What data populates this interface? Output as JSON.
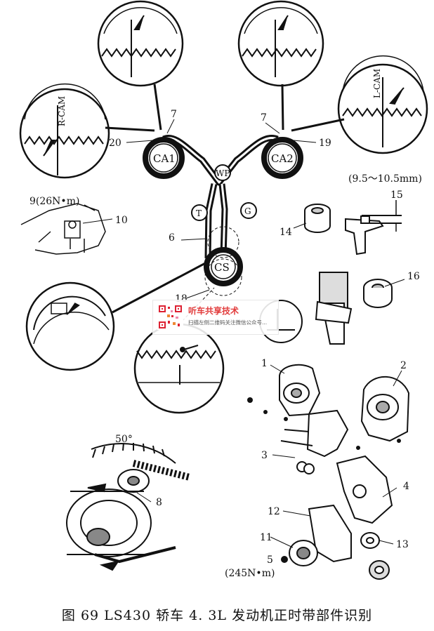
{
  "pulleys": {
    "ca1": "CA1",
    "ca2": "CA2",
    "wp": "WP",
    "t": "T",
    "g": "G",
    "cs": "CS"
  },
  "detail_marks": {
    "r_cam": "R-CAM",
    "l_cam": "L-CAM"
  },
  "callouts": {
    "n1": "1",
    "n2": "2",
    "n3": "3",
    "n4": "4",
    "n5": "5",
    "n6": "6",
    "n7a": "7",
    "n7b": "7",
    "n8": "8",
    "n9": "9(26N•m)",
    "n10": "10",
    "n11": "11",
    "n12": "12",
    "n13": "13",
    "n14": "14",
    "n15": "15",
    "n16": "16",
    "n18": "18",
    "n19": "19",
    "n20": "20"
  },
  "annotations": {
    "gap_spec": "(9.5～10.5mm)",
    "torque_5": "(245N•m)",
    "angle": "50°"
  },
  "caption": "图 69    LS430 轿车 4. 3L 发动机正时带部件识别",
  "watermark": {
    "title": "听车共享技术",
    "subtitle": "扫描左侧二维码关注微信公众号..."
  }
}
